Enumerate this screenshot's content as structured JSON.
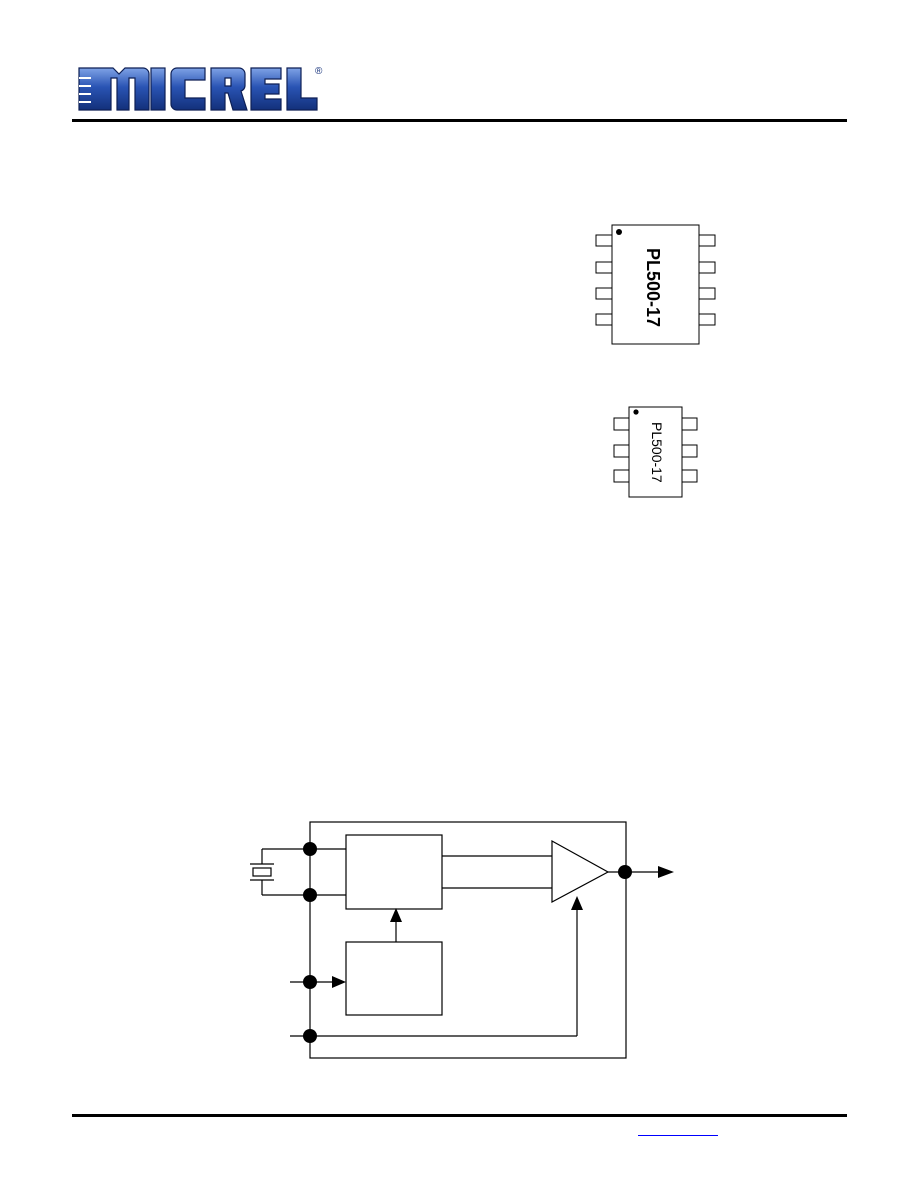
{
  "header": {
    "logo_text": "MICREL",
    "logo_mark": "®"
  },
  "packages": [
    {
      "type": "8-pin",
      "marking": "PL500-17"
    },
    {
      "type": "6-pin",
      "marking": "PL500-17"
    }
  ],
  "footer": {
    "link_text": ""
  },
  "colors": {
    "logo_blue": "#1b3d8f",
    "logo_light": "#6a8fd6",
    "rule": "#000000",
    "link": "#0000ff"
  }
}
